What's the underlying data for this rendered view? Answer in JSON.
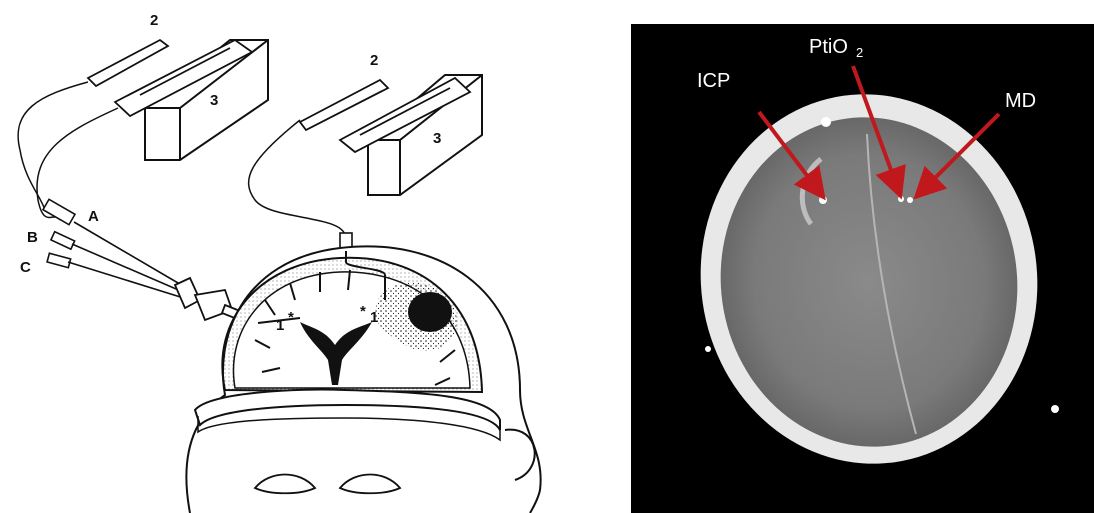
{
  "illustration": {
    "labels": {
      "probe_number_left": "2",
      "probe_number_right": "2",
      "monitor_number_left": "3",
      "monitor_number_right": "3",
      "port_a": "A",
      "port_b": "B",
      "port_c": "C",
      "site_left": "1",
      "site_right": "1",
      "star_left": "*",
      "star_right": "*"
    }
  },
  "ct_scan": {
    "labels": {
      "icp": "ICP",
      "ptio2_main": "PtiO",
      "ptio2_sub": "2",
      "md": "MD"
    },
    "colors": {
      "arrow": "#c0181d",
      "background": "#000000",
      "label": "#ffffff"
    }
  }
}
